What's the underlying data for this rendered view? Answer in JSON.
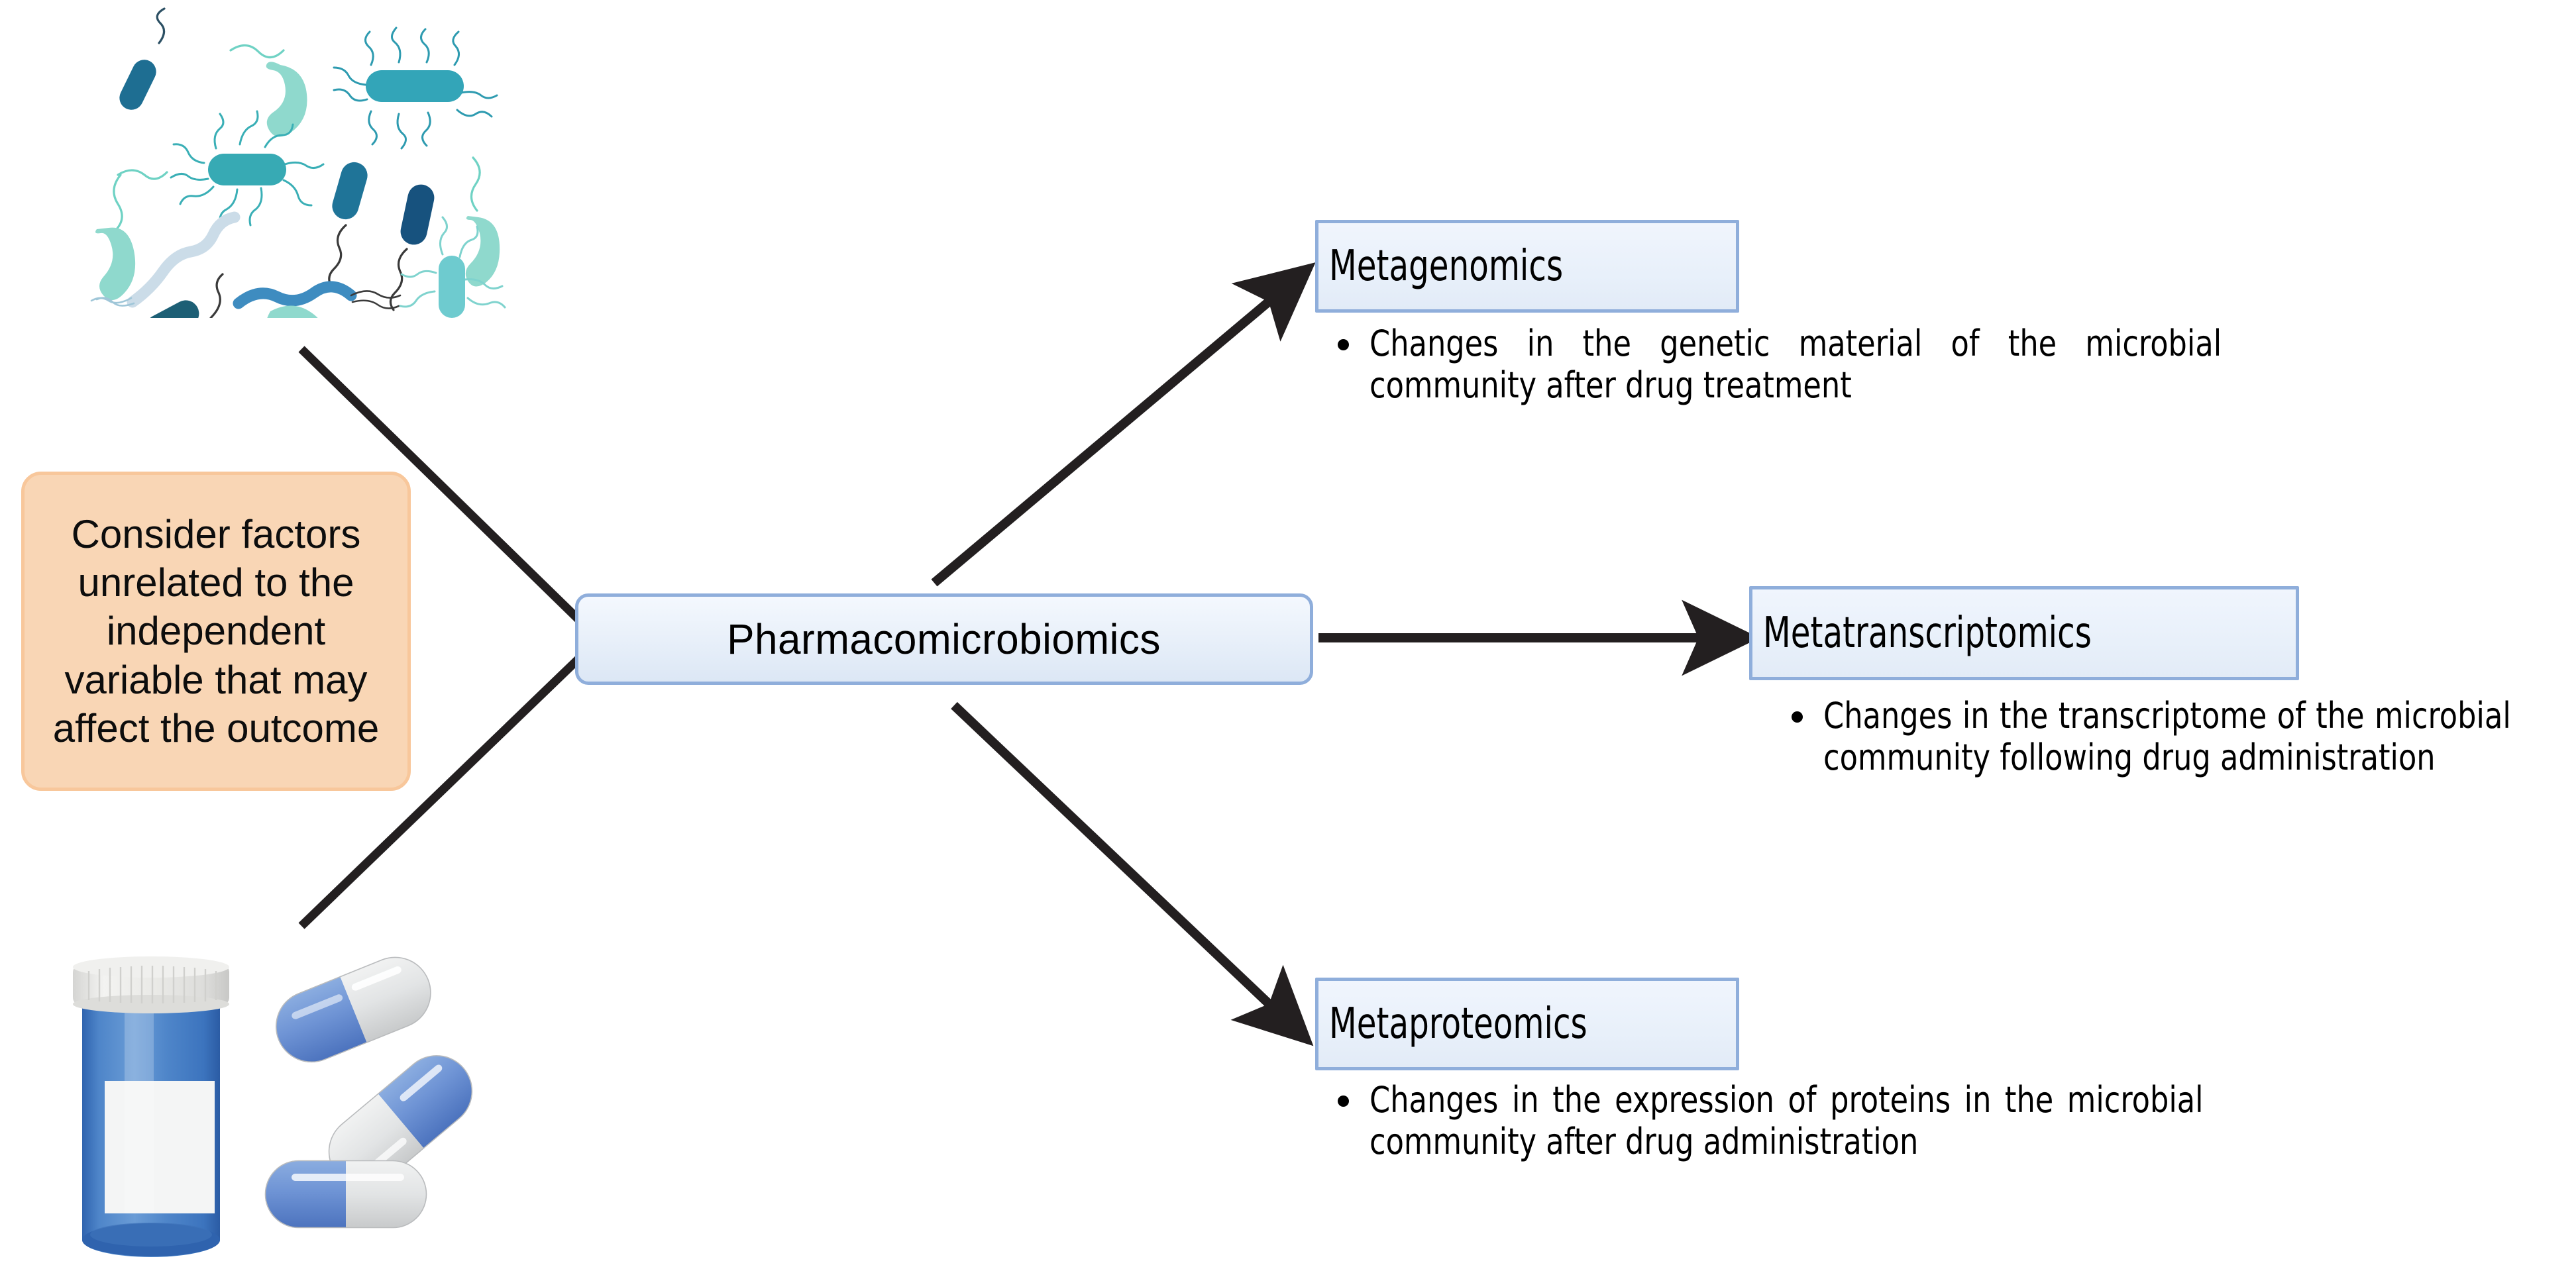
{
  "diagram": {
    "central_node": {
      "label": "Pharmacomicrobiomics"
    },
    "confounder_note": {
      "text": "Consider factors unrelated to the independent variable that may affect the outcome",
      "fill_color": "#F9D6B5",
      "border_color": "#F8C79B"
    },
    "branches": [
      {
        "id": "metagenomics",
        "label": "Metagenomics",
        "bullets": [
          "Changes in the genetic material of the microbial community after drug treatment"
        ]
      },
      {
        "id": "metatranscriptomics",
        "label": "Metatranscriptomics",
        "bullets": [
          "Changes in the transcriptome of the microbial community following drug administration"
        ]
      },
      {
        "id": "metaproteomics",
        "label": "Metaproteomics",
        "bullets": [
          "Changes in the expression of proteins in the microbial community after drug administration"
        ]
      }
    ],
    "illustrations": [
      {
        "id": "bacteria",
        "name": "bacteria-illustration",
        "description": "microbial community of teal and blue bacteria with flagella"
      },
      {
        "id": "pills",
        "name": "pill-bottle-and-capsules-illustration",
        "description": "blue pill bottle with white cap and label plus three blue-and-white capsules"
      }
    ],
    "colors": {
      "node_fill": "#E8F0FA",
      "node_border": "#8FAEDB",
      "connector": "#231F20",
      "note_fill": "#F9D6B5",
      "note_border": "#F8C79B",
      "bacteria_dark": "#1B5E7E",
      "bacteria_mid": "#2E9BB0",
      "bacteria_light": "#8FD9CD",
      "pill_blue": "#6D96D6",
      "pill_white": "#E4E6E8"
    }
  }
}
